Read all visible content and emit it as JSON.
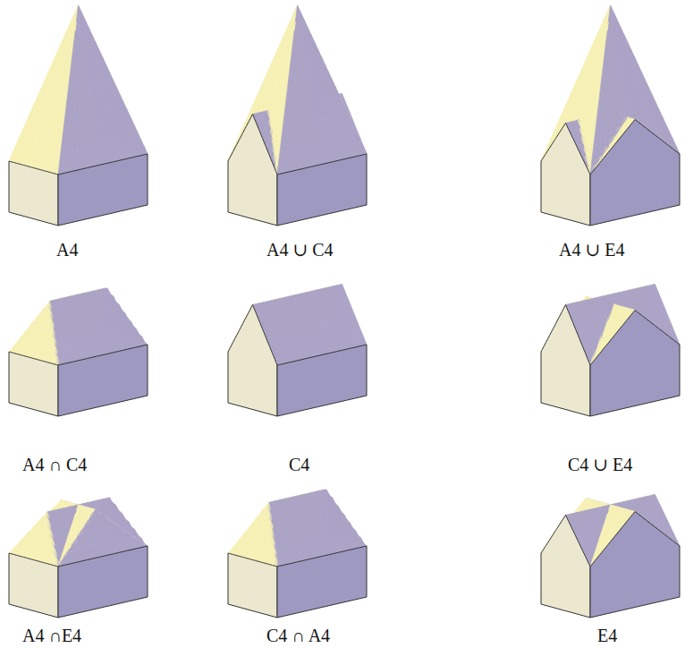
{
  "diagram": {
    "labels": [
      "A4",
      "A4 ∪ C4",
      "A4 ∪ E4",
      "A4 ∩ C4",
      "C4",
      "C4 ∪ E4",
      "A4 ∩E4",
      "C4 ∩ A4",
      "E4"
    ]
  }
}
